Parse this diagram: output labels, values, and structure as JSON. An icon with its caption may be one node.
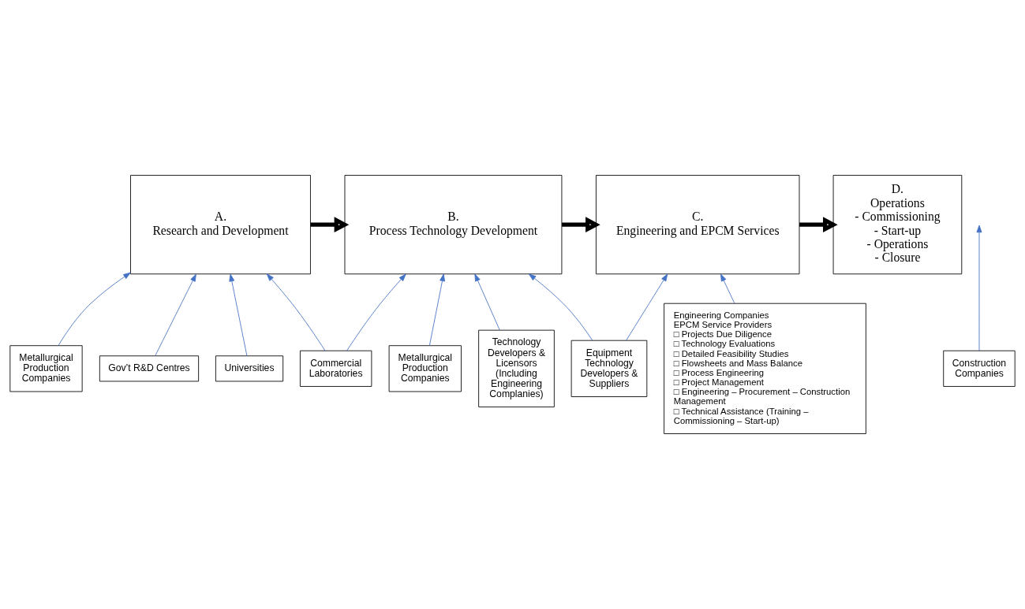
{
  "diagram": {
    "nodes": [
      {
        "text": [
          "A.",
          "Research and Development"
        ]
      },
      {
        "text": [
          "B.",
          "Process Technology Development"
        ]
      },
      {
        "text": [
          "C.",
          "Engineering and EPCM Services"
        ]
      },
      {
        "text": [
          "D.",
          "Operations",
          "- Commissioning",
          "- Start-up",
          "- Operations",
          "- Closure"
        ]
      },
      {
        "text": [
          "Metallurgical Production Companies"
        ]
      },
      {
        "text": [
          "Metallurgical Production Companies"
        ]
      },
      {
        "text": [
          "Equipment Technology Developers & Suppliers"
        ]
      },
      {
        "text": [
          "Construction Companies"
        ]
      },
      {
        "text": [
          "Gov’t R&D Centres"
        ]
      },
      {
        "text": [
          "Commercial Laboratories"
        ]
      },
      {
        "text": [
          "Technology Developers & Licensors",
          "(Including Engineering Complanies)"
        ]
      },
      {
        "text": [
          "Engineering Companies",
          "EPCM Service Providers",
          "□ Projects Due Diligence",
          "□ Technology Evaluations",
          "□ Detailed Feasibility Studies",
          "□ Flowsheets and Mass Balance",
          "□ Process Engineering",
          "□ Project Management",
          "□ Engineering – Procurement – Construction Management",
          "□ Technical Assistance (Training – Commissioning – Start-up)"
        ]
      },
      {
        "text": [
          "Universities"
        ]
      }
    ],
    "edges": [
      {
        "from": 0,
        "to": 1,
        "arrow": "to",
        "style": "thick",
        "color": "#000000"
      },
      {
        "from": 1,
        "to": 2,
        "arrow": "to",
        "style": "thick",
        "color": "#000000"
      },
      {
        "from": 2,
        "to": 3,
        "arrow": "to",
        "style": "thick",
        "color": "#000000"
      },
      {
        "from": 12,
        "to": 0,
        "arrow": "to"
      },
      {
        "from": 8,
        "to": 0,
        "arrow": "to"
      },
      {
        "from": 4,
        "to": 0,
        "arrow": "to"
      },
      {
        "from": 9,
        "to": 0,
        "arrow": "to"
      },
      {
        "from": 9,
        "to": 1,
        "arrow": "to"
      },
      {
        "from": 5,
        "to": 1,
        "arrow": "to"
      },
      {
        "from": 10,
        "to": 1,
        "arrow": "to"
      },
      {
        "from": 6,
        "to": 1,
        "arrow": "to"
      },
      {
        "from": 6,
        "to": 2,
        "arrow": "to"
      },
      {
        "from": 11,
        "to": 2,
        "arrow": "to"
      },
      {
        "from": 7,
        "to": null,
        "arrow": "to"
      }
    ]
  }
}
